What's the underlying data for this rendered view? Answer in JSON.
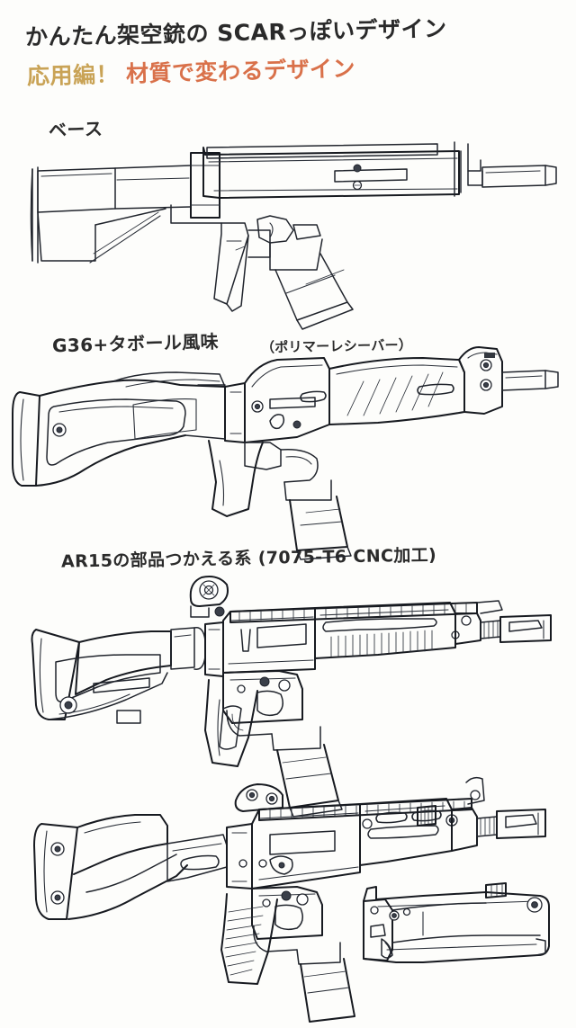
{
  "page": {
    "background_color": "#fdfdfb",
    "ink_color": "#20242c",
    "medium": "hand-drawn pencil / pen line art sketch sheet"
  },
  "title": {
    "line1": "かんたん架空銃の SCARっぽいデザイン",
    "line2_part1": "応用編！",
    "line2_part1_color": "#c9a356",
    "line2_part2": "材質で変わるデザイン",
    "line2_part2_color": "#d9714a",
    "line1_color": "#2a2a2a"
  },
  "sections": [
    {
      "id": "base",
      "label": "ベース",
      "note": "",
      "description": "Base SCAR-like rifle: tubular folding stock, flat slab receiver, vertical pistol grip, angled magazine, long top rail, simple slab handguard and flash hider."
    },
    {
      "id": "polymer",
      "label": "G36+タボール風味",
      "note": "（ポリマーレシーバー）",
      "description": "Polymer receiver variant with rounded organic G36/Tavor style shell, skeletonised fixed stock with cut-out, diagonal vent slots in the handguard, curved trigger guard."
    },
    {
      "id": "ar15",
      "label": "AR15の部品つかえる系 (7075-T6 CNC加工)",
      "note": "",
      "description": "AR-15 parts compatible variant machined from 7075-T6 aluminium: collapsible carbine stock on buffer tube, flip-up rear sight, full-length picatinny rail, ribbed handguard, AR magazine, muzzle brake."
    },
    {
      "id": "variant4",
      "label": "",
      "note": "",
      "description": "Fourth variant: side-folding skeleton stock, long picatinny top rail, slotted machined handguard, textured pistol grip, charging handle, muzzle device; with an inset detail drawing of the lower receiver and trigger group at lower right."
    }
  ],
  "inset": {
    "name": "lower-receiver-detail",
    "description": "Separate enlarged detail sketch of the lower receiver with trigger, pins and magazine well, drawn beside the fourth rifle."
  }
}
